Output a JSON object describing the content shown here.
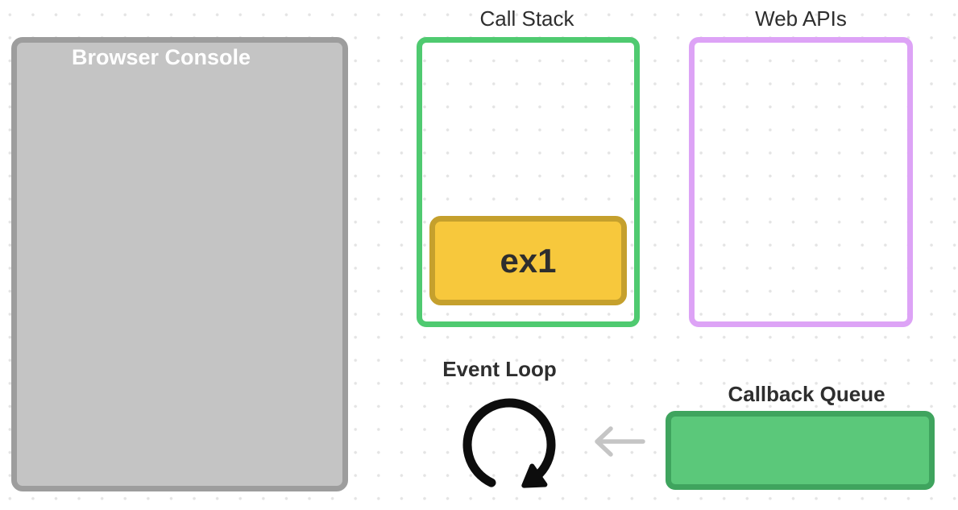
{
  "background": {
    "color": "#ffffff",
    "dot_color": "#e4e4e4",
    "text_color": "#2e2e2e"
  },
  "browser_console": {
    "title": "Browser Console",
    "fill_color": "#c4c4c4",
    "border_color": "#9d9d9d",
    "title_color": "#ffffff"
  },
  "call_stack": {
    "label": "Call Stack",
    "border_color": "#4fca70",
    "frames": [
      {
        "label": "ex1",
        "fill_color": "#f7c83c",
        "border_color": "#c5a02d"
      }
    ]
  },
  "web_apis": {
    "label": "Web APIs",
    "border_color": "#dda3f6",
    "tasks": []
  },
  "event_loop": {
    "label": "Event Loop",
    "icon": "rotate-clockwise-icon",
    "icon_color": "#0d0d0d"
  },
  "callback_queue": {
    "label": "Callback Queue",
    "fill_color": "#5bc87a",
    "border_color": "#3fa45e",
    "items": []
  },
  "flow_arrow": {
    "icon": "arrow-left-icon",
    "color": "#c5c5c5"
  }
}
